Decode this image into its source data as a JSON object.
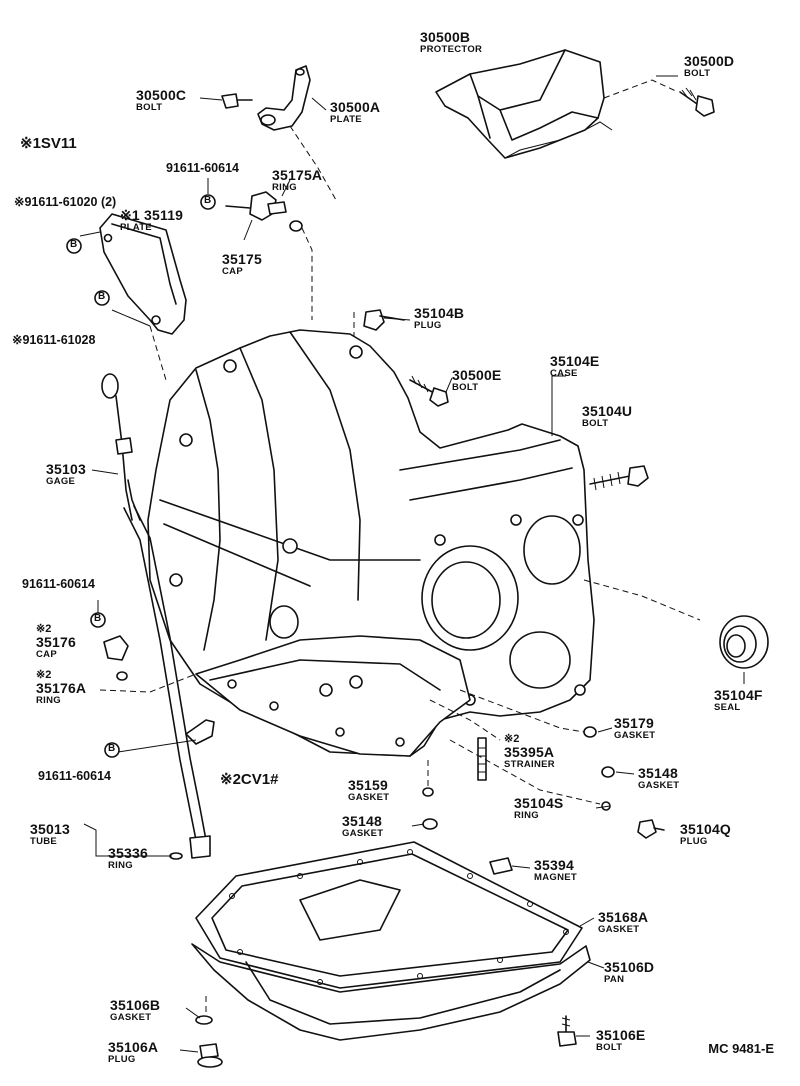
{
  "variants": {
    "v1": "※1SV11",
    "v2": "※2CV1#"
  },
  "parts": {
    "p30500B": {
      "number": "30500B",
      "name": "PROTECTOR"
    },
    "p30500D": {
      "number": "30500D",
      "name": "BOLT"
    },
    "p30500C": {
      "number": "30500C",
      "name": "BOLT"
    },
    "p30500A": {
      "number": "30500A",
      "name": "PLATE"
    },
    "p91611_60614_a": {
      "number": "91611-60614"
    },
    "p35175A": {
      "number": "35175A",
      "name": "RING"
    },
    "p91611_61020": {
      "number": "※91611-61020 (2)"
    },
    "p35119": {
      "number": "※1 35119",
      "name": "PLATE"
    },
    "p35175": {
      "number": "35175",
      "name": "CAP"
    },
    "p35104B": {
      "number": "35104B",
      "name": "PLUG"
    },
    "p91611_61028": {
      "number": "※91611-61028"
    },
    "p30500E": {
      "number": "30500E",
      "name": "BOLT"
    },
    "p35104E": {
      "number": "35104E",
      "name": "CASE"
    },
    "p35104U": {
      "number": "35104U",
      "name": "BOLT"
    },
    "p35103": {
      "number": "35103",
      "name": "GAGE"
    },
    "p91611_60614_b": {
      "number": "91611-60614"
    },
    "p35176": {
      "mark": "※2",
      "number": "35176",
      "name": "CAP"
    },
    "p35176A": {
      "mark": "※2",
      "number": "35176A",
      "name": "RING"
    },
    "p35104F": {
      "number": "35104F",
      "name": "SEAL"
    },
    "p35179": {
      "number": "35179",
      "name": "GASKET"
    },
    "p91611_60614_c": {
      "number": "91611-60614"
    },
    "p35395A": {
      "mark": "※2",
      "number": "35395A",
      "name": "STRAINER"
    },
    "p35159": {
      "number": "35159",
      "name": "GASKET"
    },
    "p35148a": {
      "number": "35148",
      "name": "GASKET"
    },
    "p35104S": {
      "number": "35104S",
      "name": "RING"
    },
    "p35148b": {
      "number": "35148",
      "name": "GASKET"
    },
    "p35104Q": {
      "number": "35104Q",
      "name": "PLUG"
    },
    "p35013": {
      "number": "35013",
      "name": "TUBE"
    },
    "p35336": {
      "number": "35336",
      "name": "RING"
    },
    "p35394": {
      "number": "35394",
      "name": "MAGNET"
    },
    "p35168A": {
      "number": "35168A",
      "name": "GASKET"
    },
    "p35106D": {
      "number": "35106D",
      "name": "PAN"
    },
    "p35106B": {
      "number": "35106B",
      "name": "GASKET"
    },
    "p35106A": {
      "number": "35106A",
      "name": "PLUG"
    },
    "p35106E": {
      "number": "35106E",
      "name": "BOLT"
    }
  },
  "badges": {
    "b": "B"
  },
  "footer": "MC 9481-E"
}
